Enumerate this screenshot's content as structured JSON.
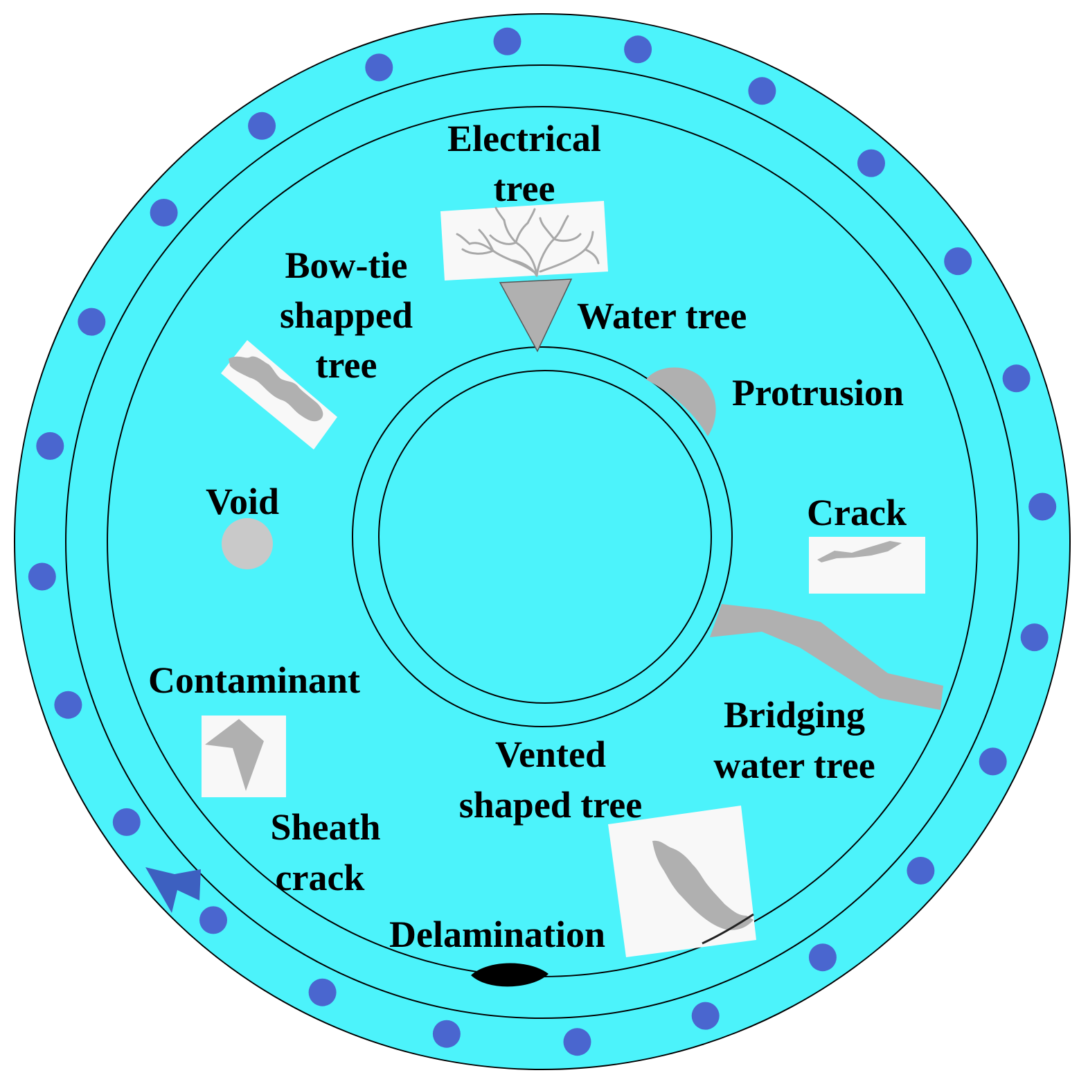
{
  "colors": {
    "insulation": "#4cf3fb",
    "strand_dot": "#4a66cf",
    "defect_gray": "#b0b0b0",
    "defect_light": "#c9c9c9",
    "panel_white": "#f8f8f8",
    "delamination": "#000000",
    "sheath_crack": "#3d60c0",
    "outline": "#000000"
  },
  "icons": [
    "electrical-tree-icon",
    "water-tree-icon",
    "bow-tie-tree-icon",
    "protrusion-icon",
    "crack-icon",
    "void-icon",
    "bridging-water-tree-icon",
    "contaminant-icon",
    "vented-tree-icon",
    "sheath-crack-icon",
    "delamination-icon"
  ],
  "labels": {
    "electrical_tree": [
      "Electrical",
      "tree"
    ],
    "bow_tie": [
      "Bow-tie",
      "shapped",
      "tree"
    ],
    "water_tree": "Water tree",
    "protrusion": "Protrusion",
    "void": "Void",
    "crack": "Crack",
    "contaminant": "Contaminant",
    "bridging": [
      "Bridging",
      "water tree"
    ],
    "vented": [
      "Vented",
      "shaped tree"
    ],
    "sheath_crack": [
      "Sheath",
      "crack"
    ],
    "delamination": "Delamination"
  }
}
